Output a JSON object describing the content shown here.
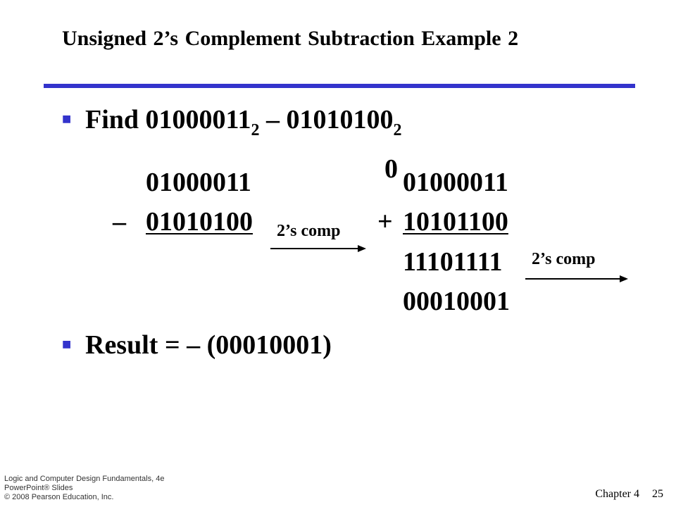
{
  "title": "Unsigned 2’s Complement Subtraction Example 2",
  "find": {
    "label": "Find 01000011",
    "sub1": "2",
    "dash": " – 01010100",
    "sub2": "2"
  },
  "left_calc": {
    "top": "01000011",
    "minus": "–",
    "bottom": "01010100"
  },
  "arrow1_label": "2’s comp",
  "right_calc": {
    "carry": "0",
    "top": "01000011",
    "plus": "+",
    "addend": "10101100",
    "sum": "11101111",
    "final": "00010001"
  },
  "arrow2_label": "2’s comp",
  "result": "Result = – (00010001)",
  "footer": {
    "line1": "Logic and Computer Design Fundamentals, 4e",
    "line2": "PowerPoint® Slides",
    "line3": "© 2008 Pearson Education, Inc.",
    "chapter": "Chapter 4",
    "page": "25"
  },
  "colors": {
    "accent": "#3333cc"
  }
}
